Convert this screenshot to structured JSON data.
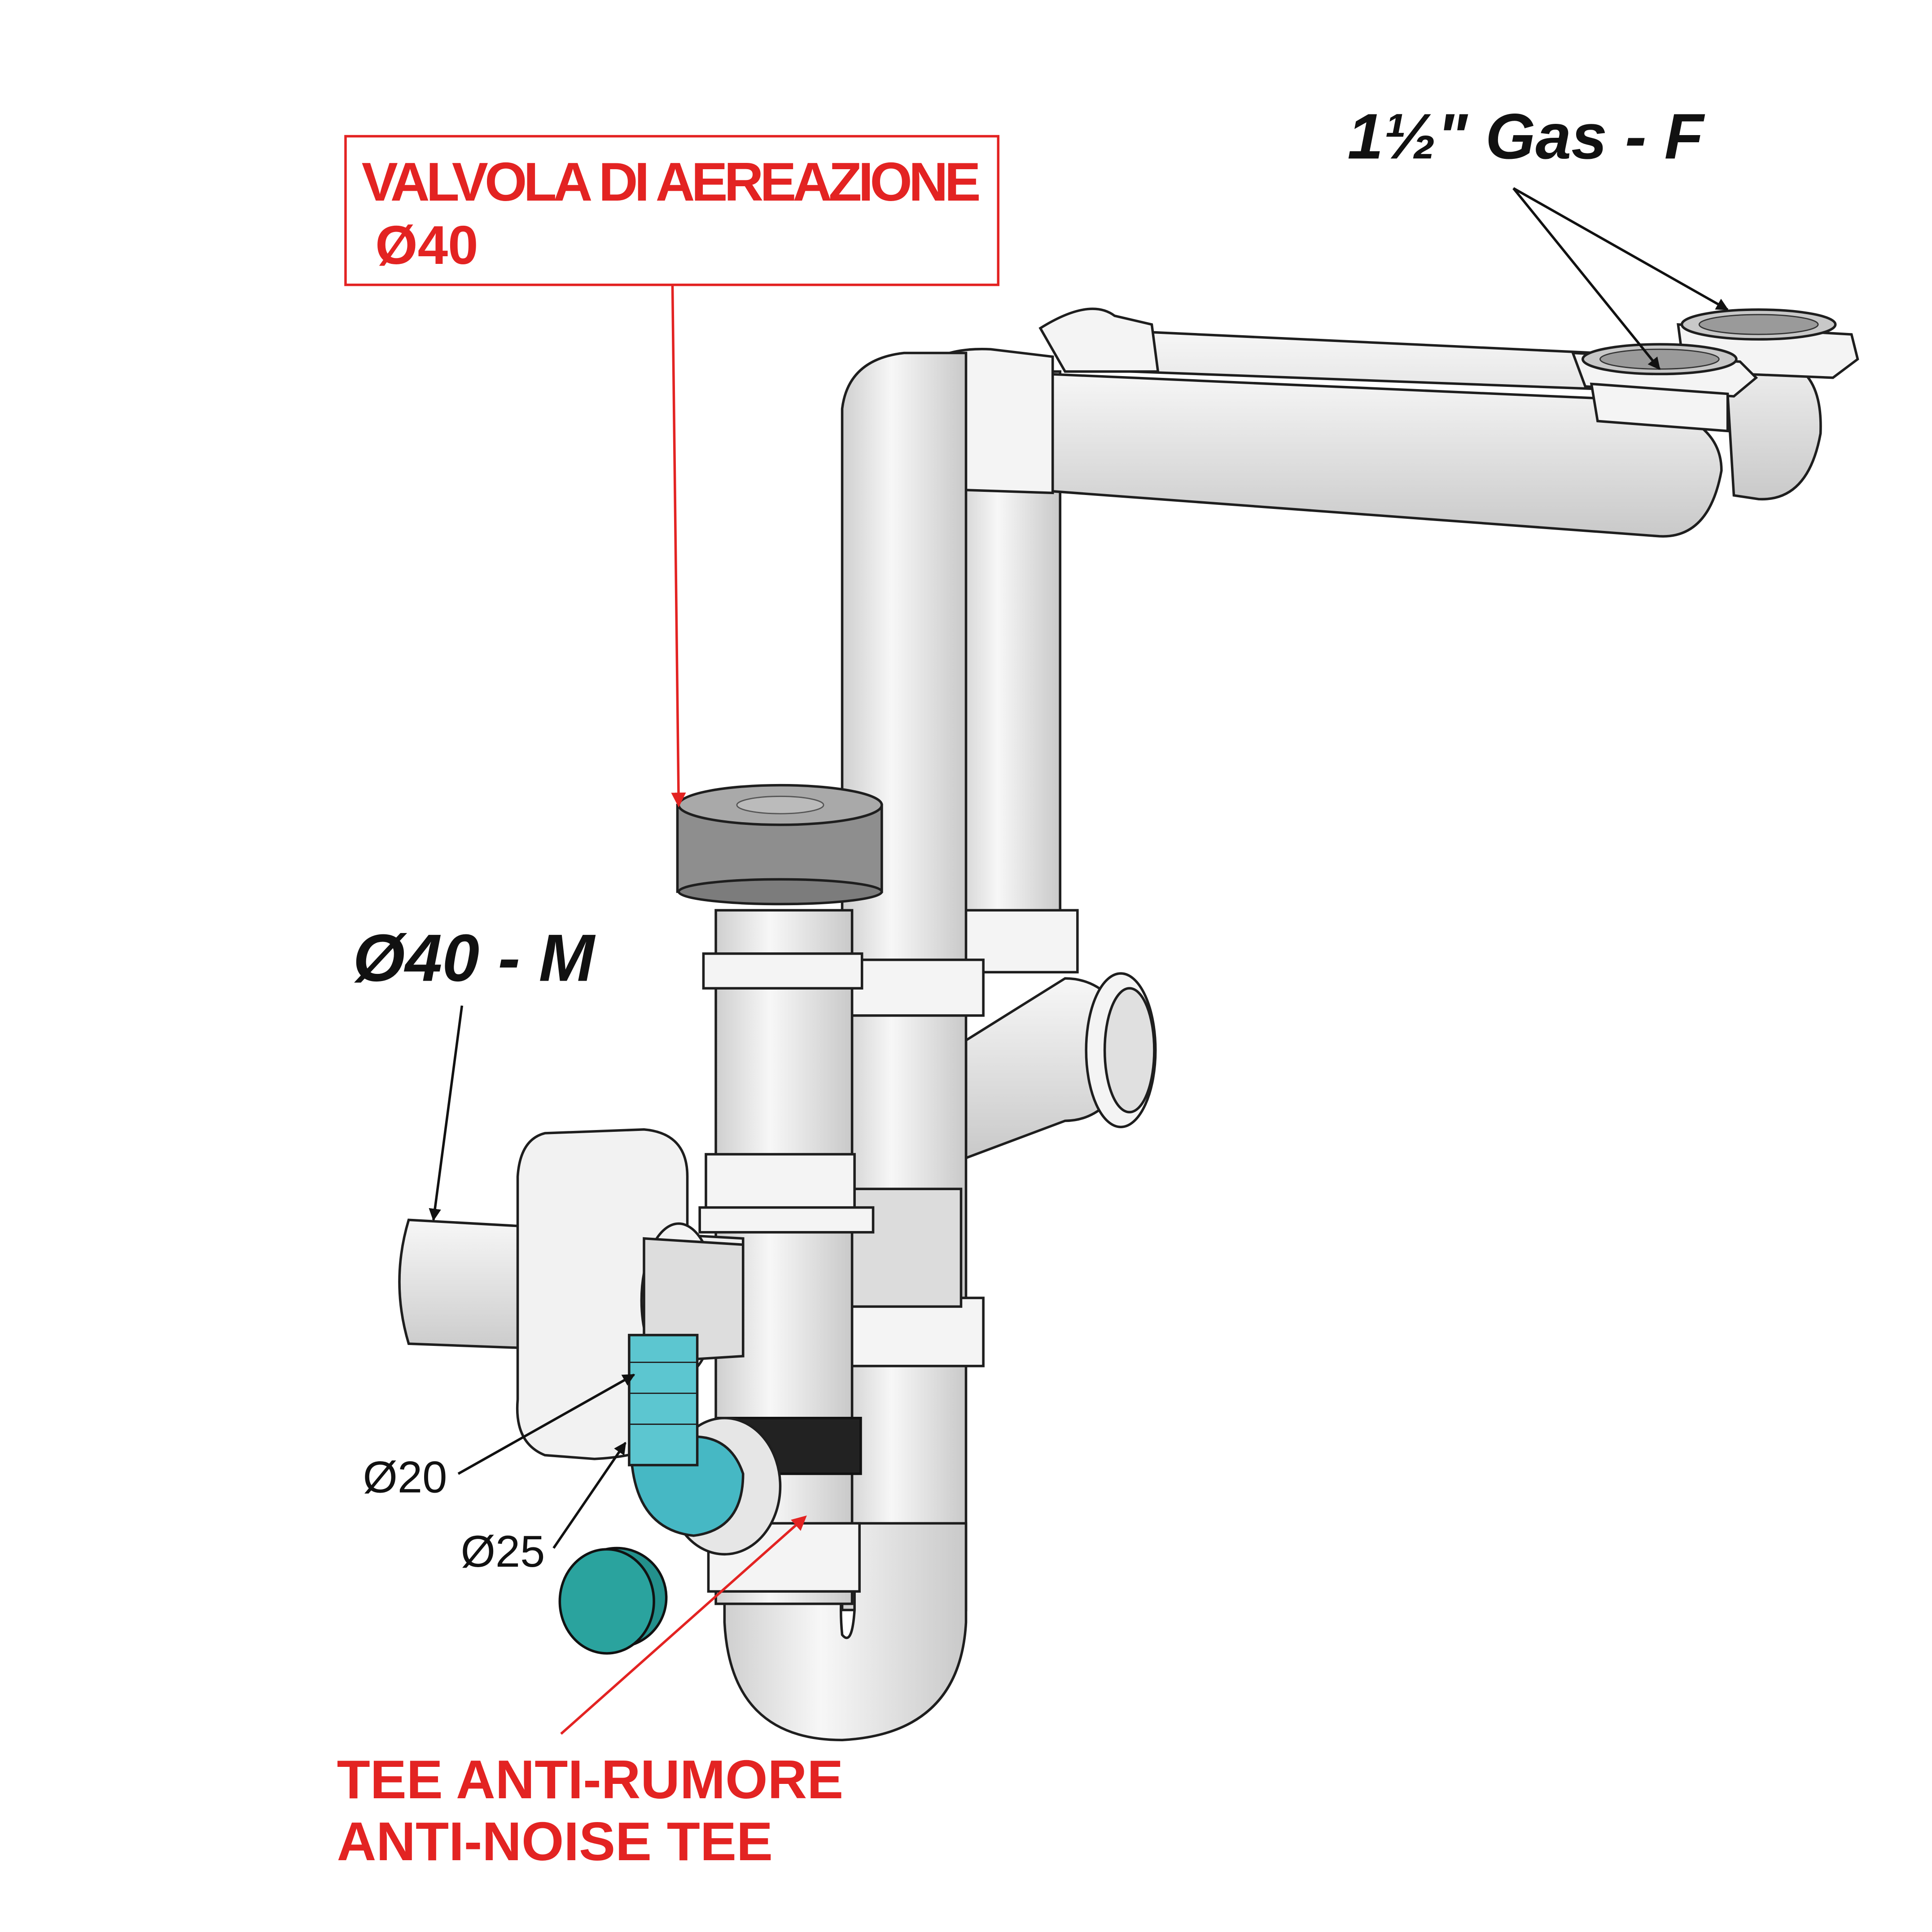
{
  "labels": {
    "vent_valve_line1": "VALVOLA DI AEREAZIONE",
    "vent_valve_line2": "Ø40",
    "inlet_thread": "1½\" Gas - F",
    "outlet": "Ø40 - M",
    "hose_small": "Ø20",
    "hose_large": "Ø25",
    "tee_line1": "TEE ANTI-RUMORE",
    "tee_line2": "ANTI-NOISE TEE"
  },
  "colors": {
    "callout_red": "#e32322",
    "pipe_fill": "#ececec",
    "valve_gray": "#8e8e8e",
    "hose_teal": "#46b8c4",
    "cap_teal": "#2a9e9a"
  }
}
